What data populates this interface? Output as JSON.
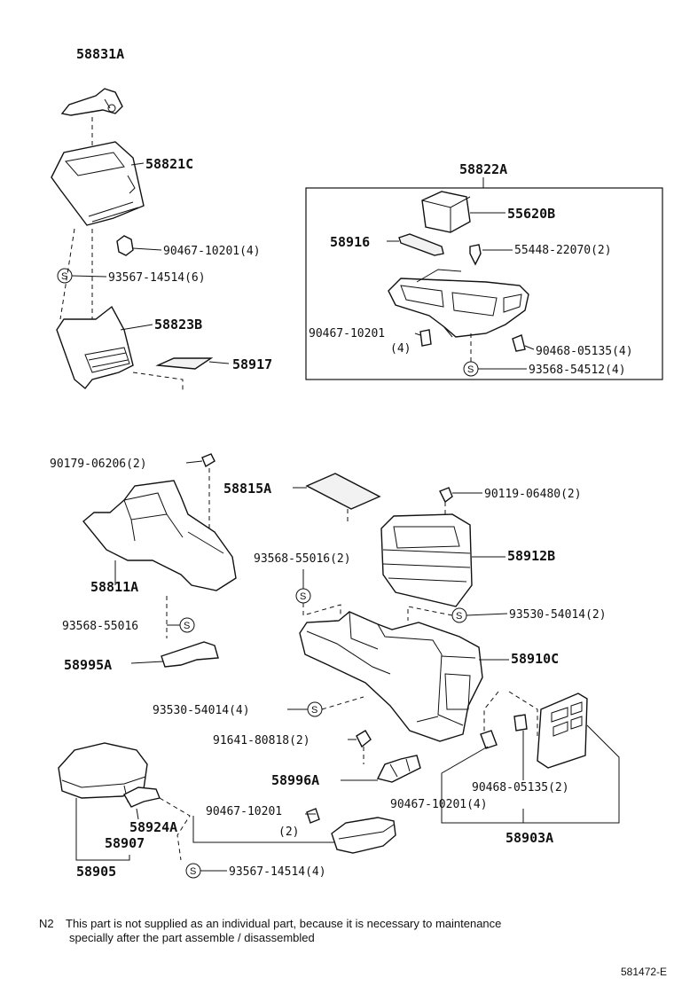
{
  "labels": {
    "p58831A": "58831A",
    "p58821C": "58821C",
    "p90467_top": "90467-10201(4)",
    "p93567_top": "93567-14514(6)",
    "p58823B": "58823B",
    "p58917": "58917",
    "p58822A": "58822A",
    "p55620B": "55620B",
    "p58916": "58916",
    "p55448": "55448-22070(2)",
    "p90467_box": "90467-10201",
    "p90467_box_qty": "(4)",
    "p90468_box": "90468-05135(4)",
    "p93568_box": "93568-54512(4)",
    "p90179": "90179-06206(2)",
    "p58815A": "58815A",
    "p90119": "90119-06480(2)",
    "p58811A": "58811A",
    "p93568_55016_2": "93568-55016(2)",
    "p58912B": "58912B",
    "p93530_2": "93530-54014(2)",
    "p93568_55016": "93568-55016",
    "p58995A": "58995A",
    "p58910C": "58910C",
    "p93530_4": "93530-54014(4)",
    "p91641": "91641-80818(2)",
    "p58996A": "58996A",
    "p90467_low": "90467-10201",
    "p90467_low_qty": "(2)",
    "p58924A": "58924A",
    "p58907": "58907",
    "p58905": "58905",
    "p93567_low": "93567-14514(4)",
    "p90468_low": "90468-05135(2)",
    "p90467_low4": "90467-10201(4)",
    "p58903A": "58903A",
    "s_symbol": "S"
  },
  "note": {
    "code": "N2",
    "line1": "This part is not supplied as an individual part, because it is necessary to maintenance",
    "line2": "specially after the part assemble / disassembled"
  },
  "ref_code": "581472-E"
}
